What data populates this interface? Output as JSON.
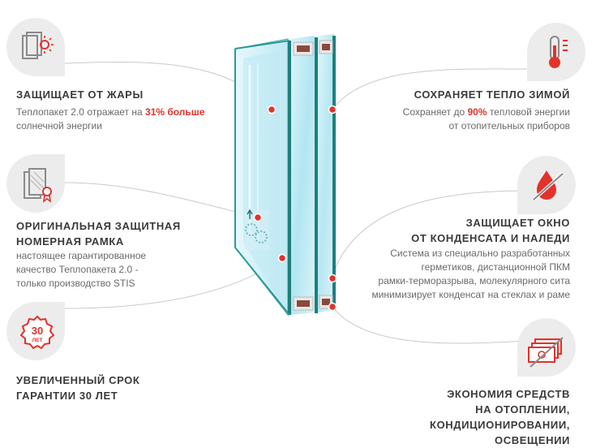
{
  "features": {
    "heat": {
      "title": "ЗАЩИЩАЕТ ОТ ЖАРЫ",
      "desc_pre": "Теплопакет 2.0 отражает на ",
      "desc_highlight": "31% больше",
      "desc_post": "солнечной энергии",
      "icon": "sun-window-icon"
    },
    "warm": {
      "title": "СОХРАНЯЕТ ТЕПЛО ЗИМОЙ",
      "desc_pre": "Сохраняет до ",
      "desc_highlight": "90%",
      "desc_mid": " тепловой энергии",
      "desc_post": "от отопительных приборов",
      "icon": "thermometer-icon"
    },
    "frame": {
      "title_1": "ОРИГИНАЛЬНАЯ ЗАЩИТНАЯ",
      "title_2": "НОМЕРНАЯ РАМКА",
      "desc_1": "настоящее гарантированное",
      "desc_2": "качество Теплопакета 2.0 -",
      "desc_3": "только производство STIS",
      "icon": "certificate-icon"
    },
    "condensate": {
      "title_1": "ЗАЩИЩАЕТ ОКНО",
      "title_2": "ОТ КОНДЕНСАТА И НАЛЕДИ",
      "desc_1": "Система из специально разработанных",
      "desc_2": "герметиков, дистанционной ПКМ",
      "desc_3": "рамки-терморазрыва, молекулярного сита",
      "desc_4": "минимизирует конденсат на стеклах и раме",
      "icon": "drop-crossed-icon"
    },
    "warranty": {
      "title_1": "УВЕЛИЧЕННЫЙ СРОК",
      "title_2": "ГАРАНТИИ 30 ЛЕТ",
      "badge_number": "30",
      "badge_text": "ЛЕТ",
      "icon": "warranty-badge-icon"
    },
    "savings": {
      "title_1": "ЭКОНОМИЯ СРЕДСТВ",
      "title_2": "НА ОТОПЛЕНИИ,",
      "title_3": "КОНДИЦИОНИРОВАНИИ,",
      "title_4": "ОСВЕЩЕНИИ",
      "icon": "money-crossed-icon"
    }
  },
  "colors": {
    "accent": "#e2322b",
    "icon_gray": "#8a8a8a",
    "blob": "#ececec",
    "glass_edge": "#1e7f7a",
    "glass": "#cdeef6"
  }
}
